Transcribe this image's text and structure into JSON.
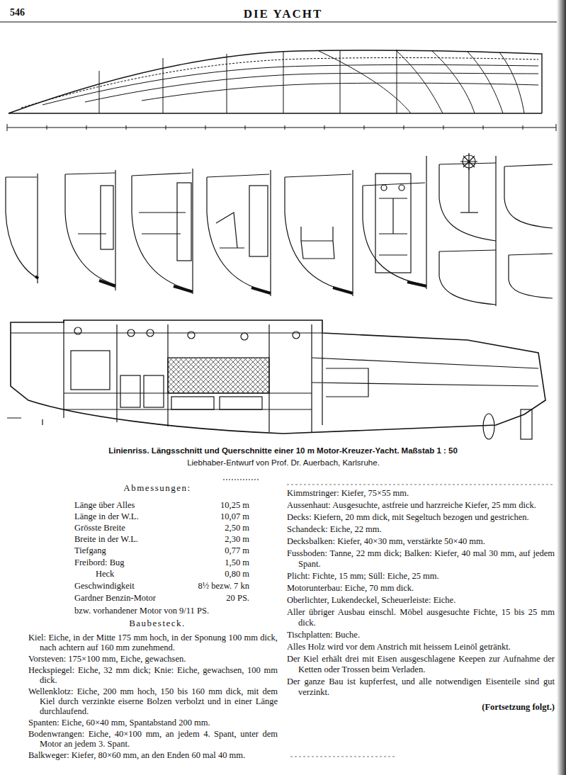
{
  "diagram": {
    "title": "DIE YACHT",
    "caption": "Linienriss. Längsschnitt und Querschnitte einer 10 m Motor-Kreuzer-Yacht. Maßstab 1 : 50",
    "labels": [
      "546",
      "Abmessungen:",
      "Länge über Alles",
      "10,25 m",
      "Länge in der W.L.",
      "10,07 m",
      "Grösste Breite",
      "2,50 m",
      "Breite in der W.L.",
      "2,30 m",
      "Tiefgang",
      "0,77 m",
      "Freibord: Bug",
      "1,50 m",
      "Heck",
      "0,80 m",
      "Geschwindigkeit",
      "8½ bezw. 7 kn",
      "Gardner Benzin-Motor",
      "20 PS.",
      "bzw. vorhandener Motor von 9/11 PS.",
      "Baubesteck.",
      "Kiel: Eiche, in der Mitte 175 mm hoch, in der Sponung 100 mm dick, nach achtern auf 160 mm zunehmend.",
      "Vorsteven: 175×100 mm, Eiche, gewachsen.",
      "Heckspiegel: Eiche, 32 mm dick; Knie: Eiche, gewachsen, 100 mm dick.",
      "Wellenklotz: Eiche, 200 mm hoch, 150 bis 160 mm dick, mit dem Kiel durch verzinkte eiserne Bolzen verbolzt und in einer Länge durchlaufend.",
      "Spanten: Eiche, 60×40 mm, Spantabstand 200 mm.",
      "Bodenwrangen: Eiche, 40×100 mm, an jedem 4. Spant, unter dem Motor an jedem 3. Spant.",
      "Balkweger: Kiefer, 80×60 mm, an den Enden 60 mal 40 mm.",
      "Kimmstringer: Kiefer, 75×55 mm.",
      "Aussenhaut: Ausgesuchte, astfreie und harzreiche Kiefer, 25 mm dick.",
      "Decks: Kiefern, 20 mm dick, mit Segeltuch bezogen und gestrichen.",
      "Schandeck: Eiche, 22 mm.",
      "Decksbalken: Kiefer, 40×30 mm, verstärkte 50×40 mm.",
      "Fussboden: Tanne, 22 mm dick; Balken: Kiefer, 40 mal 30 mm, auf jedem Spant.",
      "Plicht: Fichte, 15 mm; Süll: Eiche, 25 mm.",
      "Motorunterbau: Eiche, 70 mm dick.",
      "Oberlichter, Lukendeckel, Scheuerleiste: Eiche.",
      "Aller übriger Ausbau einschl. Möbel ausgesuchte Fichte, 15 bis 25 mm dick.",
      "Tischplatten: Buche.",
      "Alles Holz wird vor dem Anstrich mit heissem Leinöl getränkt.",
      "Der Kiel erhält drei mit Eisen ausgeschlagene Keepen zur Aufnahme der Ketten oder Trossen beim Verladen.",
      "Der ganze Bau ist kupferfest, und alle notwendigen Eisenteile sind gut verzinkt.",
      "(Fortsetzung folgt.)",
      "Liebhaber-Entwurf von Prof. Dr. Auerbach, Karlsruhe."
    ]
  }
}
